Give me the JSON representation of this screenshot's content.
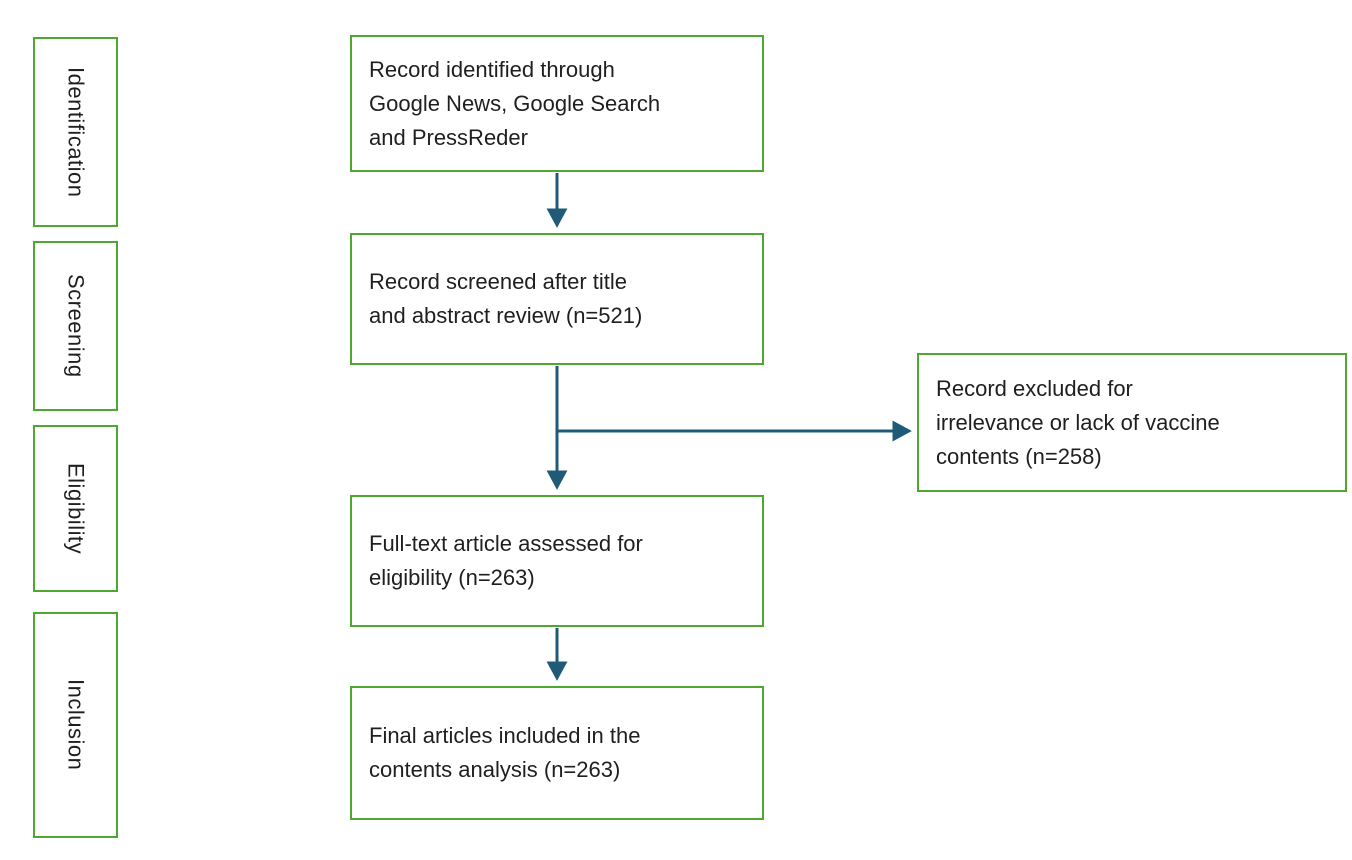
{
  "diagram_type": "prisma-flowchart",
  "colors": {
    "box_border": "#4ea72e",
    "arrow": "#1f5b76",
    "text": "#1f1f1f",
    "background": "#ffffff"
  },
  "stages": [
    {
      "label": "Identification"
    },
    {
      "label": "Screening"
    },
    {
      "label": "Eligibility"
    },
    {
      "label": "Inclusion"
    }
  ],
  "flow": {
    "boxes": [
      {
        "text": "Record identified through\nGoogle News, Google Search\nand PressReder"
      },
      {
        "text": "Record screened after title\nand abstract review (n=521)"
      },
      {
        "text": "Full-text article assessed for\neligibility (n=263)"
      },
      {
        "text": "Final articles included in the\ncontents analysis (n=263)"
      }
    ],
    "excluded_box": {
      "text": "Record excluded for\nirrelevance or lack of vaccine\ncontents (n=258)"
    }
  }
}
